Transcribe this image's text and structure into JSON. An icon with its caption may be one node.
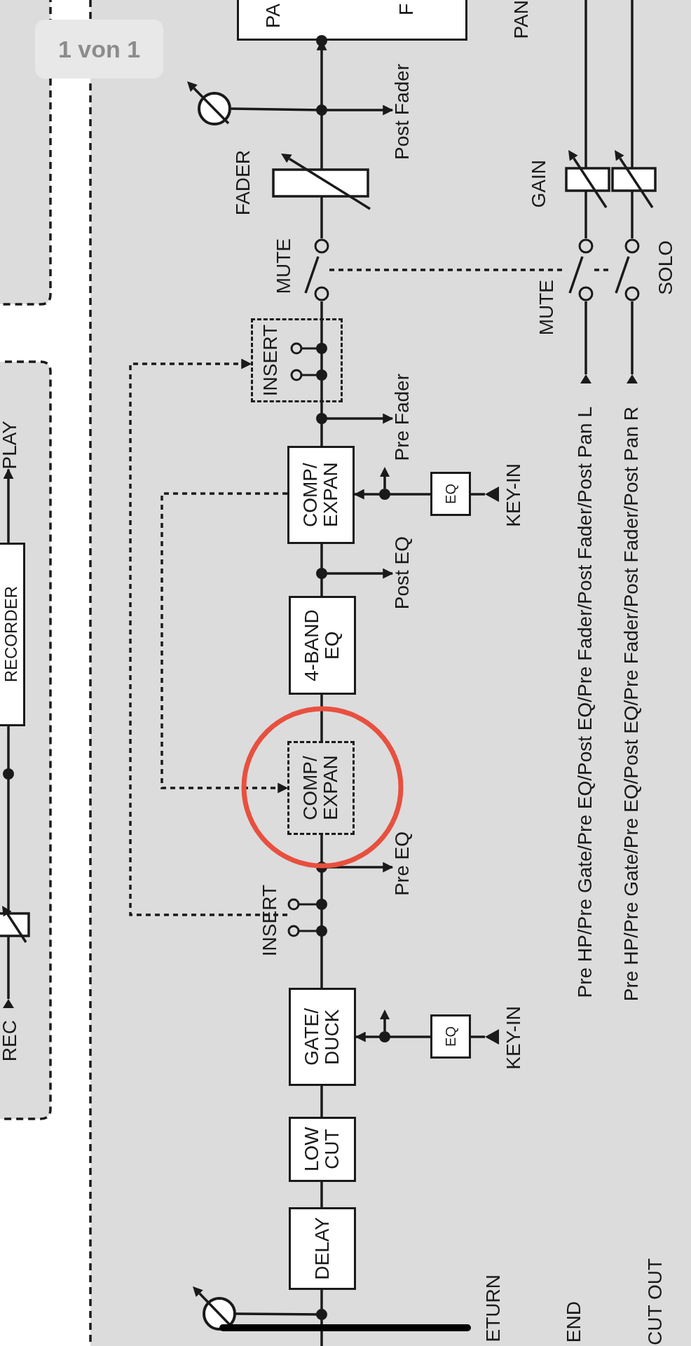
{
  "diagram": {
    "nodes": [
      {
        "text": [
          "PA",
          "F"
        ]
      },
      {
        "text": [],
        "shape": "circle"
      },
      {
        "text": [
          "Post Fader"
        ]
      },
      {
        "text": [],
        "shape": "box",
        "beside": [
          "FADER"
        ]
      },
      {
        "text": [],
        "shape": "switch",
        "beside": [
          "MUTE"
        ]
      },
      {
        "text": [
          "INSERT"
        ]
      },
      {
        "text": [
          "Pre Fader"
        ]
      },
      {
        "text": [
          "COMP/ EXPAN"
        ]
      },
      {
        "text": [
          "EQ"
        ]
      },
      {
        "text": [],
        "shape": "triangle",
        "beside": [
          "KEY-IN"
        ]
      },
      {
        "text": [
          "Post EQ"
        ]
      },
      {
        "text": [
          "4-BAND EQ"
        ]
      },
      {
        "text": [
          "COMP/ EXPAN"
        ]
      },
      {
        "text": [
          "Pre EQ"
        ]
      },
      {
        "text": [],
        "shape": "jack",
        "beside": [
          "INSERT"
        ]
      },
      {
        "text": [
          "GATE/ DUCK"
        ]
      },
      {
        "text": [
          "EQ"
        ]
      },
      {
        "text": [],
        "shape": "triangle",
        "beside": [
          "KEY-IN"
        ]
      },
      {
        "text": [
          "LOW CUT"
        ]
      },
      {
        "text": [
          "DELAY"
        ]
      },
      {
        "text": [],
        "shape": "circle"
      },
      {
        "text": [],
        "shape": "box",
        "beside": [
          "GAIN"
        ]
      },
      {
        "text": [],
        "shape": "box"
      },
      {
        "text": [],
        "shape": "switch",
        "beside": [
          "MUTE"
        ]
      },
      {
        "text": [],
        "shape": "switch"
      },
      {
        "text": [],
        "shape": "triangle",
        "beside": [
          "Pre HP/Pre Gate/Pre EQ/Post EQ/Pre Fader/Post Fader/Post Pan L"
        ]
      },
      {
        "text": [],
        "shape": "triangle",
        "beside": [
          "Pre HP/Pre Gate/Pre EQ/Post EQ/Pre Fader/Post Fader/Post Pan R"
        ]
      },
      {
        "text": [
          "RECORDER"
        ]
      },
      {
        "text": [
          "PLAY"
        ]
      },
      {
        "text": [],
        "shape": "box"
      },
      {
        "text": [],
        "shape": "triangle",
        "beside": [
          "REC"
        ]
      }
    ],
    "edges": [
      {
        "from": 3,
        "to": 0,
        "arrow": "to"
      },
      {
        "from": null,
        "to": 1,
        "arrow": "other"
      },
      {
        "from": null,
        "to": 2,
        "arrow": "to"
      },
      {
        "from": 4,
        "to": 3,
        "arrow": "none"
      },
      {
        "from": 5,
        "to": 4,
        "arrow": "none"
      },
      {
        "from": 5,
        "to": 6,
        "arrow": "to"
      },
      {
        "from": 7,
        "to": 5,
        "arrow": "none"
      },
      {
        "from": 9,
        "to": 8,
        "arrow": "none"
      },
      {
        "from": 8,
        "to": 7,
        "arrow": "to"
      },
      {
        "from": 11,
        "to": 7,
        "arrow": "none"
      },
      {
        "from": null,
        "to": 10,
        "arrow": "to"
      },
      {
        "from": 12,
        "to": 11,
        "arrow": "none"
      },
      {
        "from": 7,
        "to": 12,
        "arrow": "to",
        "style": "dashed"
      },
      {
        "from": 14,
        "to": 12,
        "arrow": "none"
      },
      {
        "from": 12,
        "to": 13,
        "arrow": "to"
      },
      {
        "from": 14,
        "to": 5,
        "arrow": "to",
        "style": "dashed"
      },
      {
        "from": 15,
        "to": 14,
        "arrow": "none"
      },
      {
        "from": 17,
        "to": 16,
        "arrow": "none"
      },
      {
        "from": 16,
        "to": 15,
        "arrow": "to"
      },
      {
        "from": 18,
        "to": 15,
        "arrow": "none"
      },
      {
        "from": 19,
        "to": 18,
        "arrow": "none"
      },
      {
        "from": 19,
        "to": 20,
        "arrow": "other"
      },
      {
        "from": null,
        "to": 19,
        "arrow": "none"
      },
      {
        "from": 23,
        "to": 21,
        "arrow": "none"
      },
      {
        "from": 24,
        "to": 22,
        "arrow": "none"
      },
      {
        "from": 25,
        "to": 23,
        "arrow": "none"
      },
      {
        "from": 26,
        "to": 24,
        "arrow": "none"
      },
      {
        "from": 21,
        "to": null,
        "arrow": "none"
      },
      {
        "from": 22,
        "to": null,
        "arrow": "none"
      },
      {
        "from": 30,
        "to": 29,
        "arrow": "none"
      },
      {
        "from": 29,
        "to": 27,
        "arrow": "none"
      },
      {
        "from": 27,
        "to": 28,
        "arrow": "to"
      },
      {
        "from": 4,
        "to": 23,
        "arrow": "none",
        "style": "dashed"
      },
      {
        "from": 23,
        "to": 24,
        "arrow": "none",
        "style": "dashed"
      }
    ],
    "labels": [
      "1 von 1",
      "PAN",
      "SOLO",
      "ETURN",
      "END",
      "CUT OUT"
    ]
  }
}
